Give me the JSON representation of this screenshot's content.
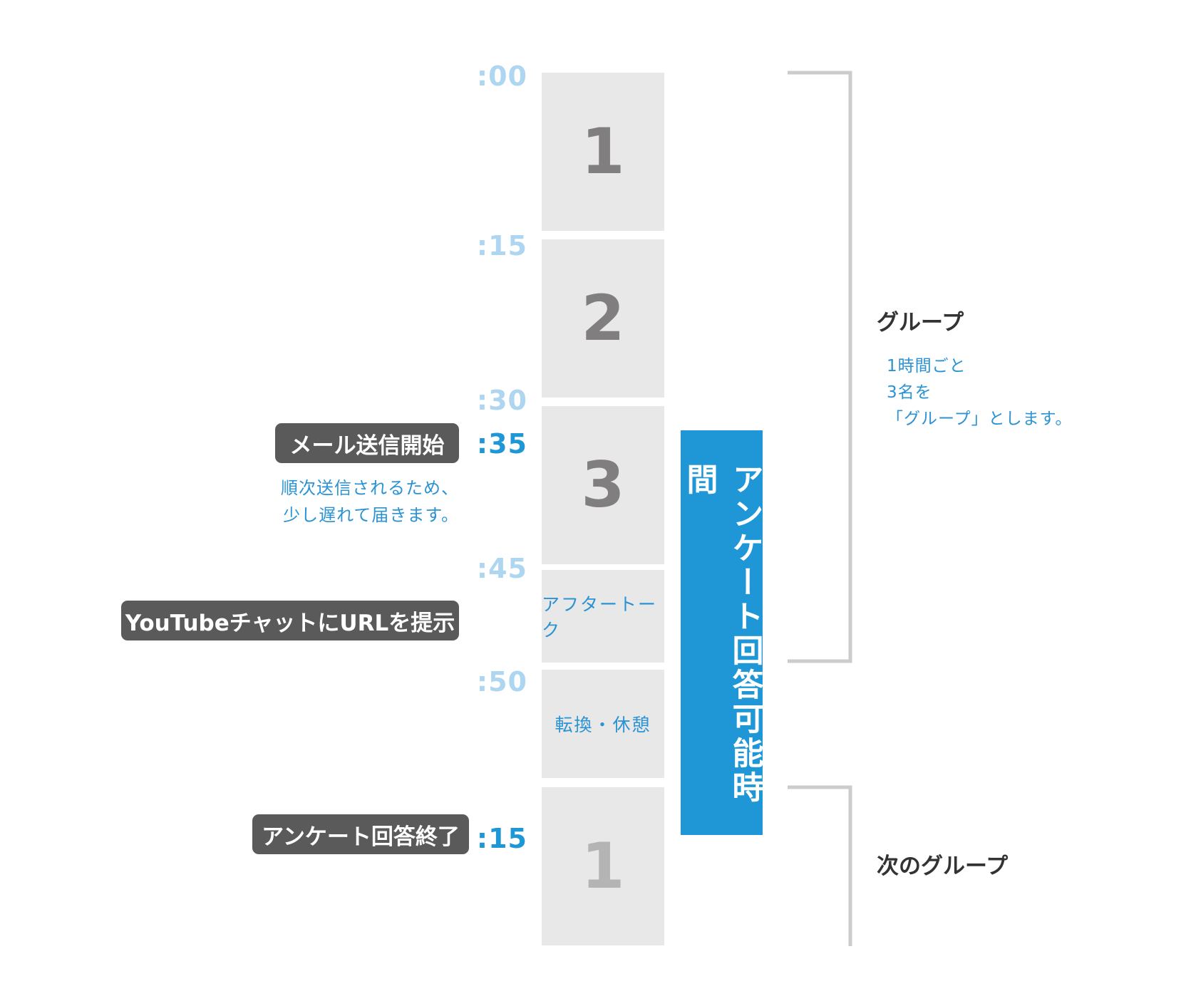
{
  "timeline": {
    "times": [
      {
        "key": "t00",
        "label": ":00",
        "style": "light"
      },
      {
        "key": "t15a",
        "label": ":15",
        "style": "light"
      },
      {
        "key": "t30",
        "label": ":30",
        "style": "light"
      },
      {
        "key": "t35",
        "label": ":35",
        "style": "dark"
      },
      {
        "key": "t45",
        "label": ":45",
        "style": "light"
      },
      {
        "key": "t50",
        "label": ":50",
        "style": "light"
      },
      {
        "key": "t15b",
        "label": ":15",
        "style": "dark"
      }
    ],
    "blocks": [
      {
        "label": "1"
      },
      {
        "label": "2"
      },
      {
        "label": "3"
      },
      {
        "label": "アフタートーク"
      },
      {
        "label": "転換・休憩"
      },
      {
        "label": "1"
      }
    ]
  },
  "events": {
    "mail_start": "メール送信開始",
    "mail_note_line1": "順次送信されるため、",
    "mail_note_line2": "少し遅れて届きます。",
    "youtube_url": "YouTubeチャットにURLを提示",
    "survey_end": "アンケート回答終了"
  },
  "survey_window": {
    "label": "アンケート回答可能時間"
  },
  "groups": {
    "group_label": "グループ",
    "group_note_line1": "1時間ごと",
    "group_note_line2": "3名を",
    "group_note_line3": "「グループ」とします。",
    "next_group_label": "次のグループ"
  },
  "colors": {
    "accent_blue": "#1f97d6",
    "light_blue": "#aed6f0",
    "block_gray": "#e8e8e8",
    "pill_gray": "#5a5a5a",
    "bracket_gray": "#cccccc"
  }
}
